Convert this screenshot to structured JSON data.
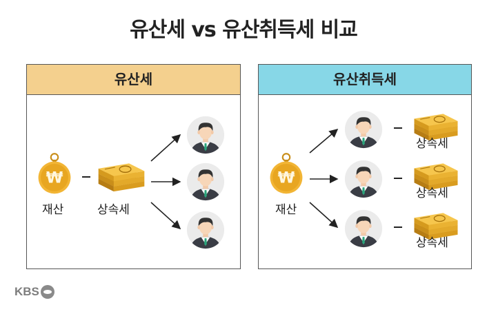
{
  "title": "유산세 vs 유산취득세 비교",
  "left_panel": {
    "header": "유산세",
    "asset_label": "재산",
    "tax_label": "상속세"
  },
  "right_panel": {
    "header": "유산취득세",
    "asset_label": "재산",
    "tax_labels": [
      "상속세",
      "상속세",
      "상속세"
    ]
  },
  "logo": "KBS",
  "colors": {
    "left_header": "#f4d08e",
    "right_header": "#87d7e7",
    "coin": "#f2b535",
    "money": "#e3a92a",
    "person_bg": "#ebebeb"
  }
}
